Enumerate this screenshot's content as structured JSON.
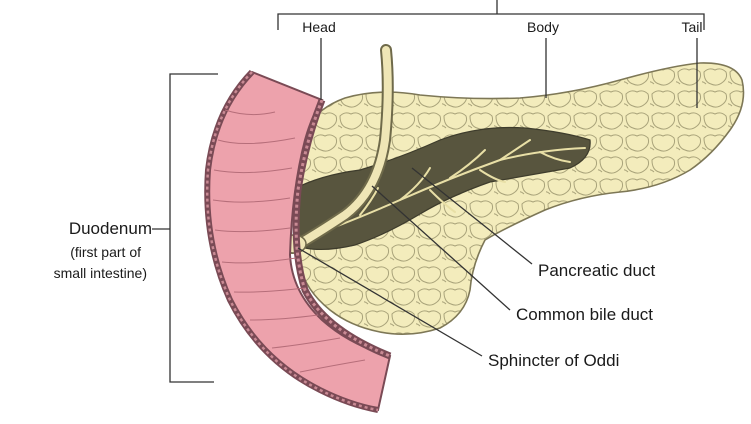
{
  "labels": {
    "head": "Head",
    "body": "Body",
    "tail": "Tail",
    "duodenum": "Duodenum",
    "duodenum_sub1": "(first part of",
    "duodenum_sub2": "small intestine)",
    "pancreatic_duct": "Pancreatic duct",
    "common_bile_duct": "Common bile duct",
    "sphincter_of_oddi": "Sphincter of Oddi"
  },
  "colors": {
    "pancreas_fill": "#f3ecbc",
    "pancreas_lobule": "#a9a37a",
    "duct_dark": "#58553e",
    "duodenum_fill": "#eda2ac",
    "duodenum_wall": "#7a4a55",
    "bile_duct": "#efe6b6"
  }
}
